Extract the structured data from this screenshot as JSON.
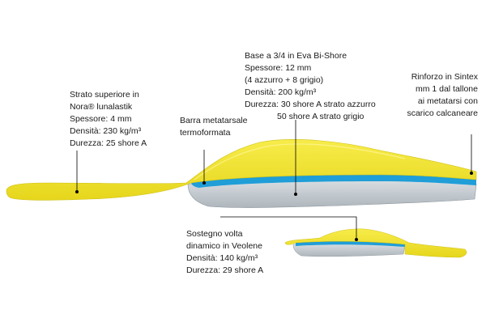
{
  "labels": {
    "top_layer": {
      "line1": "Strato superiore in",
      "line2": "Nora® lunalastik",
      "line3": "Spessore: 4 mm",
      "line4": "Densità: 230 kg/m³",
      "line5": "Durezza: 25 shore A"
    },
    "metatarsal_bar": {
      "line1": "Barra metatarsale",
      "line2": "termoformata"
    },
    "base": {
      "line1": "Base a 3/4 in  Eva Bi-Shore",
      "line2": "Spessore: 12 mm",
      "line3": "(4 azzurro + 8 grigio)",
      "line4": "Densità: 200 kg/m³",
      "line5": "Durezza: 30 shore A strato azzurro",
      "line6": "50 shore A strato grigio"
    },
    "reinforcement": {
      "line1": "Rinforzo in Sintex",
      "line2": "mm 1 dal tallone",
      "line3": "ai metatarsi con",
      "line4": "scarico calcaneare"
    },
    "arch_support": {
      "line1": "Sostegno volta",
      "line2": "dinamico in Veolene",
      "line3": "Densità: 140 kg/m³",
      "line4": "Durezza: 29 shore A"
    }
  },
  "colors": {
    "yellow": "#f2e324",
    "yellow_shade": "#d4c618",
    "blue": "#1f9ed8",
    "grey": "#c9cfd4",
    "grey_dark": "#9aa3aa",
    "arch_pink": "#f1c9b9",
    "line": "#000000"
  }
}
